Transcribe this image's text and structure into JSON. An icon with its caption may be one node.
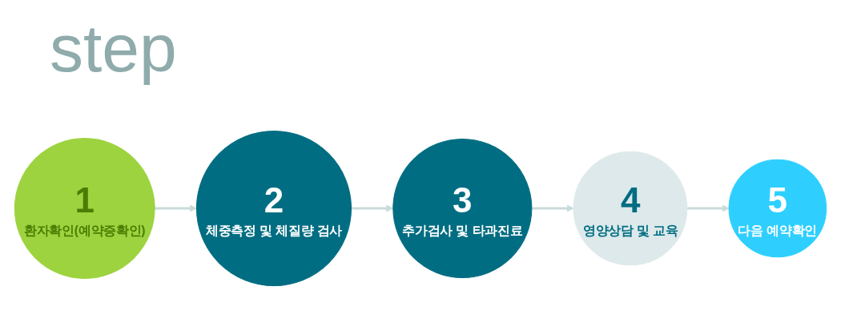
{
  "diagram": {
    "title": "step",
    "nodes": [
      {
        "text": [
          "1",
          "환자확인(예약증확인)"
        ]
      },
      {
        "text": [
          "2",
          "체중측정 및 체질량 검사"
        ]
      },
      {
        "text": [
          "3",
          "추가검사 및 타과진료"
        ]
      },
      {
        "text": [
          "4",
          "영양상담 및 교육"
        ]
      },
      {
        "text": [
          "5",
          "다음 예약확인"
        ]
      }
    ],
    "edges": [
      {
        "from": 0,
        "to": 1,
        "arrow": "to"
      },
      {
        "from": 1,
        "to": 2,
        "arrow": "to"
      },
      {
        "from": 2,
        "to": 3,
        "arrow": "to"
      },
      {
        "from": 3,
        "to": 4,
        "arrow": "to"
      }
    ]
  }
}
